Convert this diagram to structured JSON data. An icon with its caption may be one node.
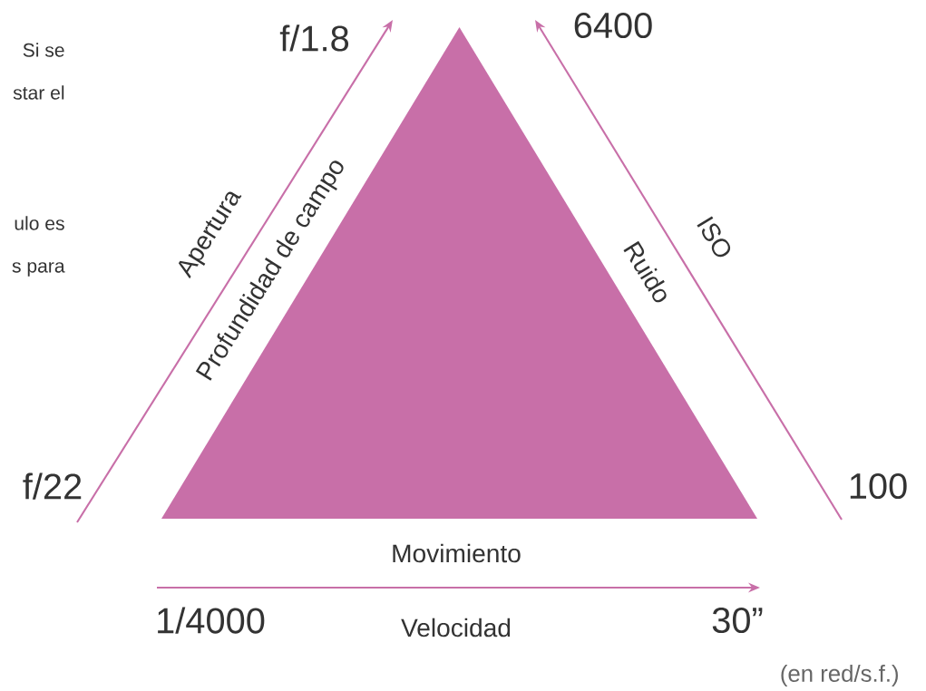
{
  "diagram": {
    "nodes": [
      {
        "text": [],
        "shape": "triangle",
        "beside": [
          "Profundidad de campo",
          "Ruido",
          "Movimiento"
        ]
      }
    ],
    "labels": [
      "Si se",
      "star el",
      "ulo es",
      "s para",
      "f/1.8",
      "6400",
      "Apertura",
      "ISO",
      "f/22",
      "100",
      "1/4000",
      "Velocidad",
      "30”",
      "(en red/s.f.)"
    ]
  }
}
